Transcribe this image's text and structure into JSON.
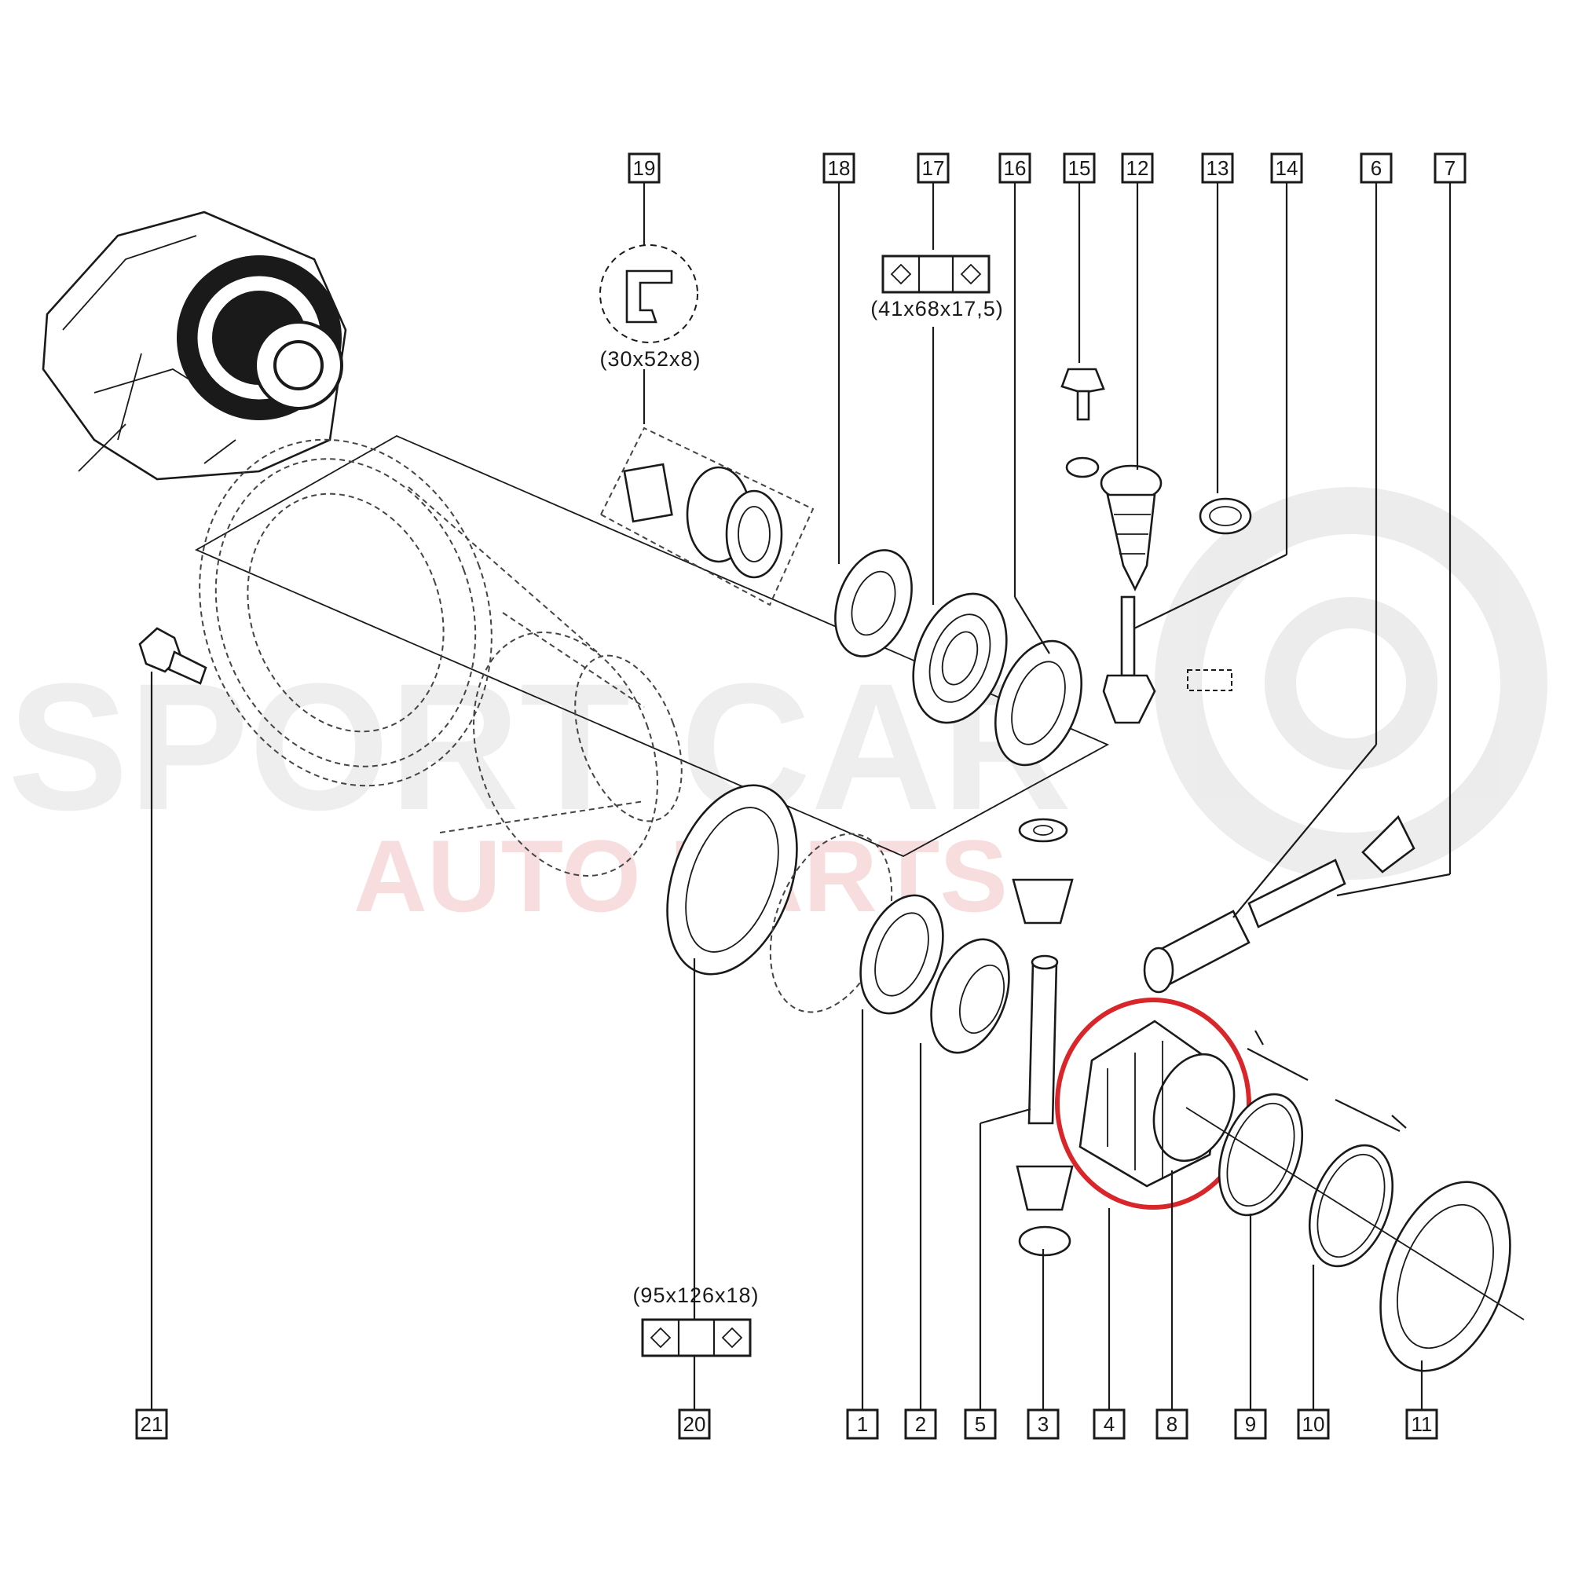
{
  "watermark": {
    "line1": "SPORT CAR",
    "line2": "AUTO PARTS"
  },
  "callouts": [
    {
      "id": "19",
      "label": "19"
    },
    {
      "id": "18",
      "label": "18"
    },
    {
      "id": "17",
      "label": "17"
    },
    {
      "id": "16",
      "label": "16"
    },
    {
      "id": "15",
      "label": "15"
    },
    {
      "id": "12",
      "label": "12"
    },
    {
      "id": "13",
      "label": "13"
    },
    {
      "id": "14",
      "label": "14"
    },
    {
      "id": "6",
      "label": "6"
    },
    {
      "id": "7",
      "label": "7"
    },
    {
      "id": "21",
      "label": "21"
    },
    {
      "id": "20",
      "label": "20"
    },
    {
      "id": "1",
      "label": "1"
    },
    {
      "id": "2",
      "label": "2"
    },
    {
      "id": "5",
      "label": "5"
    },
    {
      "id": "3",
      "label": "3"
    },
    {
      "id": "4",
      "label": "4"
    },
    {
      "id": "8",
      "label": "8"
    },
    {
      "id": "9",
      "label": "9"
    },
    {
      "id": "10",
      "label": "10"
    },
    {
      "id": "11",
      "label": "11"
    }
  ],
  "dimensions": {
    "seal_19": "(30x52x8)",
    "bearing_17": "(41x68x17,5)",
    "bearing_20": "(95x126x18)"
  },
  "highlight_color": "#d9262b"
}
